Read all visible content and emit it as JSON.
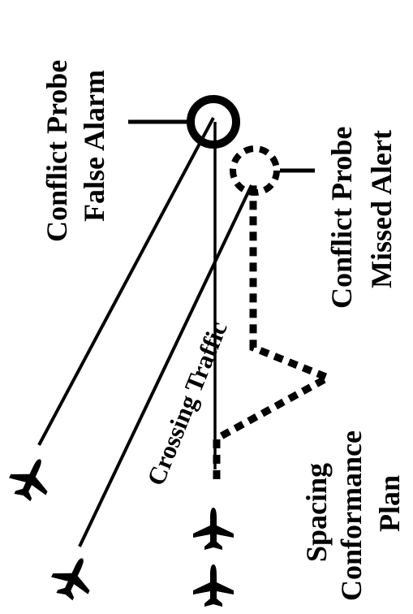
{
  "labels": {
    "false_alarm_line1": "Conflict Probe",
    "false_alarm_line2": "False Alarm",
    "missed_alert_line1": "Conflict Probe",
    "missed_alert_line2": "Missed Alert",
    "crossing_traffic": "Crossing Traffic",
    "spacing_plan_line1": "Spacing",
    "spacing_plan_line2": "Conformance",
    "spacing_plan_line3": "Plan"
  },
  "colors": {
    "ink": "#000000",
    "background": "#ffffff"
  },
  "icons": {
    "aircraft": "airplane-icon",
    "false_alarm_marker": "solid-circle-icon",
    "missed_alert_marker": "dashed-circle-icon"
  }
}
